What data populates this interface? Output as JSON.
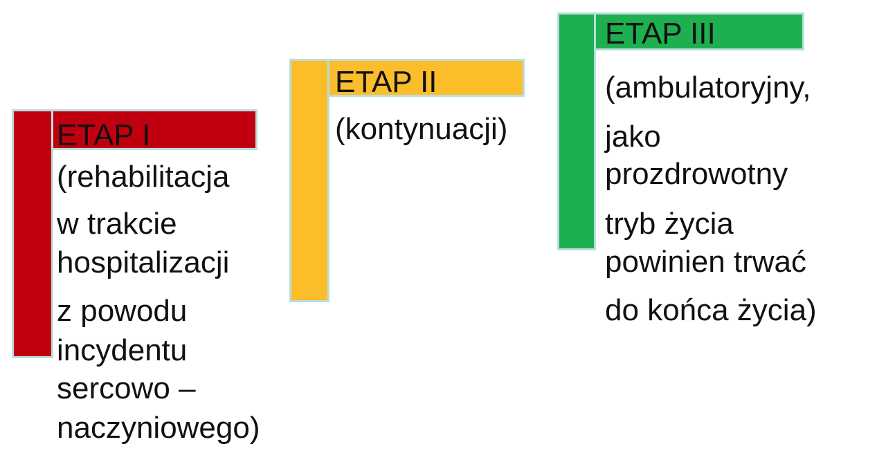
{
  "stages": [
    {
      "title": "ETAP I",
      "color": "#c1000f",
      "lines": [
        "(rehabilitacja",
        "w trakcie",
        "hospitalizacji",
        "z powodu",
        "incydentu",
        "sercowo –",
        "naczyniowego)"
      ]
    },
    {
      "title": "ETAP II",
      "color": "#fbbd2a",
      "lines": [
        "(kontynuacji)"
      ]
    },
    {
      "title": "ETAP III",
      "color": "#1eaf50",
      "lines": [
        "(ambulatoryjny,",
        "jako",
        "prozdrowotny",
        "tryb życia",
        "powinien trwać",
        "do końca życia)"
      ]
    }
  ]
}
